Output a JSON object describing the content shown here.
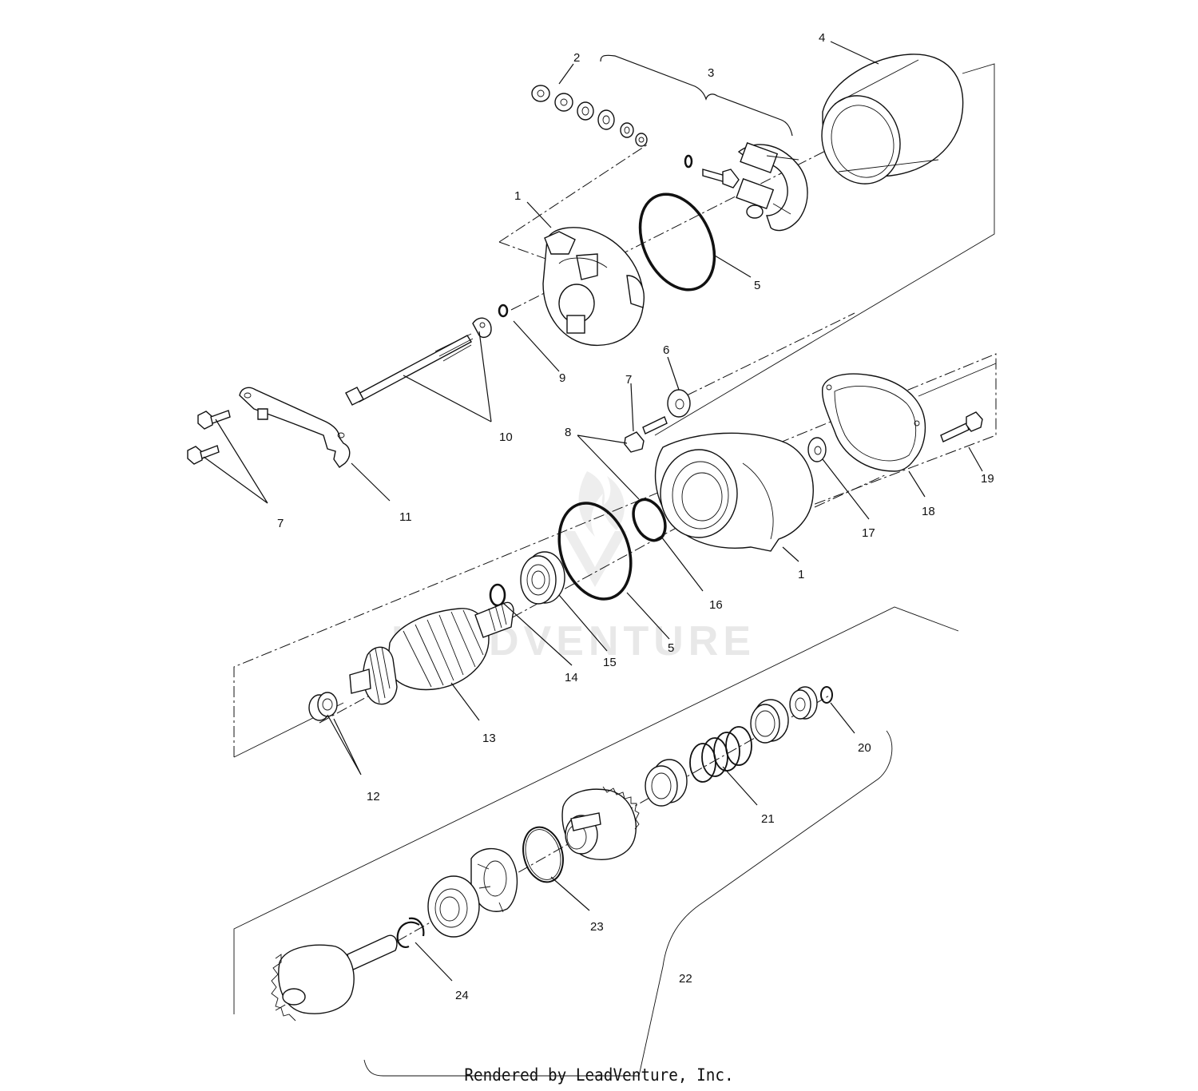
{
  "callouts": {
    "c1a": "1",
    "c2": "2",
    "c3": "3",
    "c4": "4",
    "c5a": "5",
    "c6": "6",
    "c7a": "7",
    "c8": "8",
    "c9": "9",
    "c10": "10",
    "c7b": "7",
    "c11": "11",
    "c17": "17",
    "c18": "18",
    "c19": "19",
    "c1b": "1",
    "c16": "16",
    "c5b": "5",
    "c15": "15",
    "c14": "14",
    "c13": "13",
    "c12": "12",
    "c20": "20",
    "c21": "21",
    "c23": "23",
    "c22": "22",
    "c24": "24"
  },
  "watermark": "LEADVENTURE",
  "footer": "Rendered by LeadVenture, Inc."
}
